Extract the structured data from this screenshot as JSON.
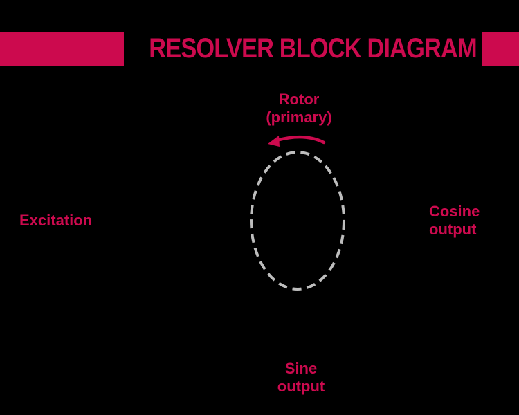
{
  "header": {
    "title": "RESOLVER BLOCK DIAGRAM"
  },
  "labels": {
    "rotor_line1": "Rotor",
    "rotor_line2": "(primary)",
    "excitation": "Excitation",
    "cosine_line1": "Cosine",
    "cosine_line2": "output",
    "sine_line1": "Sine",
    "sine_line2": "output"
  },
  "colors": {
    "accent": "#cc0a4e",
    "background": "#000000",
    "rotor_outline": "#bdbdbd"
  },
  "icons": {
    "rotation_arrow": "curved-arrow-left-icon"
  }
}
